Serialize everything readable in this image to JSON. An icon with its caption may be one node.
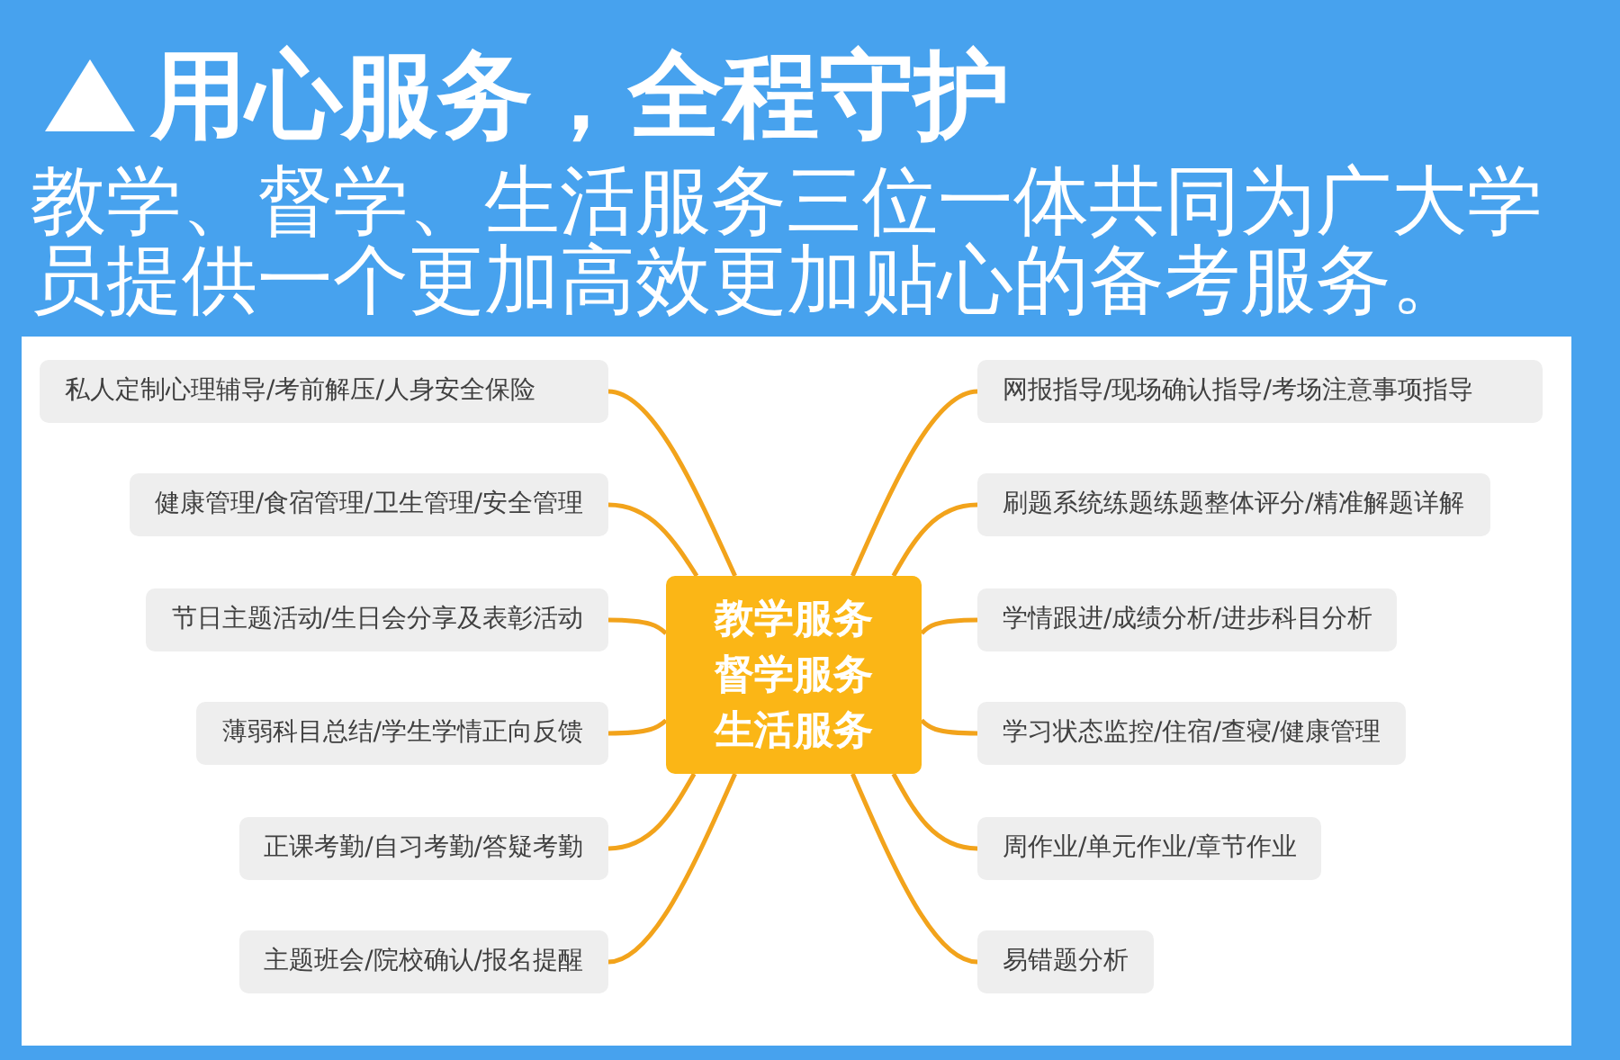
{
  "diagram": {
    "title": "用心服务，全程守护",
    "nodes": [
      {
        "text": [
          "教学服务",
          "督学服务",
          "生活服务"
        ]
      },
      {
        "text": [
          "私人定制心理辅导/考前解压/人身安全保险"
        ]
      },
      {
        "text": [
          "健康管理/食宿管理/卫生管理/安全管理"
        ]
      },
      {
        "text": [
          "节日主题活动/生日会分享及表彰活动"
        ]
      },
      {
        "text": [
          "薄弱科目总结/学生学情正向反馈"
        ]
      },
      {
        "text": [
          "正课考勤/自习考勤/答疑考勤"
        ]
      },
      {
        "text": [
          "主题班会/院校确认/报名提醒"
        ]
      },
      {
        "text": [
          "网报指导/现场确认指导/考场注意事项指导"
        ]
      },
      {
        "text": [
          "刷题系统练题练题整体评分/精准解题详解"
        ]
      },
      {
        "text": [
          "学情跟进/成绩分析/进步科目分析"
        ]
      },
      {
        "text": [
          "学习状态监控/住宿/查寝/健康管理"
        ]
      },
      {
        "text": [
          "周作业/单元作业/章节作业"
        ]
      },
      {
        "text": [
          "易错题分析"
        ]
      }
    ],
    "edges": [
      {
        "from": 0,
        "to": 1,
        "arrow": "none"
      },
      {
        "from": 0,
        "to": 2,
        "arrow": "none"
      },
      {
        "from": 0,
        "to": 3,
        "arrow": "none"
      },
      {
        "from": 0,
        "to": 4,
        "arrow": "none"
      },
      {
        "from": 0,
        "to": 5,
        "arrow": "none"
      },
      {
        "from": 0,
        "to": 6,
        "arrow": "none"
      },
      {
        "from": 0,
        "to": 7,
        "arrow": "none"
      },
      {
        "from": 0,
        "to": 8,
        "arrow": "none"
      },
      {
        "from": 0,
        "to": 9,
        "arrow": "none"
      },
      {
        "from": 0,
        "to": 10,
        "arrow": "none"
      },
      {
        "from": 0,
        "to": 11,
        "arrow": "none"
      },
      {
        "from": 0,
        "to": 12,
        "arrow": "none"
      }
    ],
    "labels": [
      "教学、督学、生活服务三位一体共同为广大学员提供一个更加高效更加贴心的备考服务。"
    ]
  }
}
